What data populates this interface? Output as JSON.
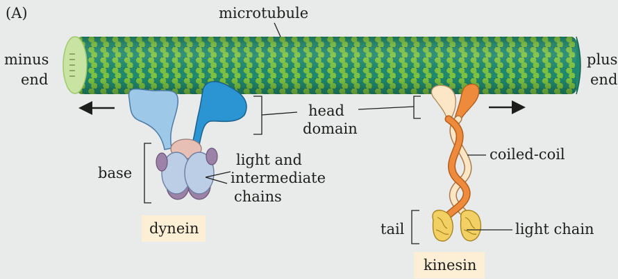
{
  "figure": {
    "panel_label": "(A)",
    "microtubule_label": "microtubule",
    "minus_end": [
      "minus",
      "end"
    ],
    "plus_end": [
      "plus",
      "end"
    ],
    "head_domain": [
      "head",
      "domain"
    ],
    "base_label": "base",
    "light_intermediate": [
      "light and",
      "intermediate",
      "chains"
    ],
    "coiled_coil_label": "coiled-coil",
    "tail_label": "tail",
    "light_chain_label": "light chain",
    "dynein_tag": "dynein",
    "kinesin_tag": "kinesin"
  },
  "colors": {
    "background": "#e9ebea",
    "tubulin_light": "#7cc242",
    "tubulin_dark": "#1f8a6e",
    "dynein_head_light": "#9ec8e8",
    "dynein_head_dark": "#2b95d3",
    "dynein_base_pink": "#e8bfb4",
    "dynein_base_blue": "#bccde6",
    "dynein_base_purple": "#9d82a8",
    "kinesin_light": "#fde6c6",
    "kinesin_orange": "#ee8a3c",
    "kinesin_tail": "#f2d064",
    "tag_fill": "#fcefd6"
  }
}
